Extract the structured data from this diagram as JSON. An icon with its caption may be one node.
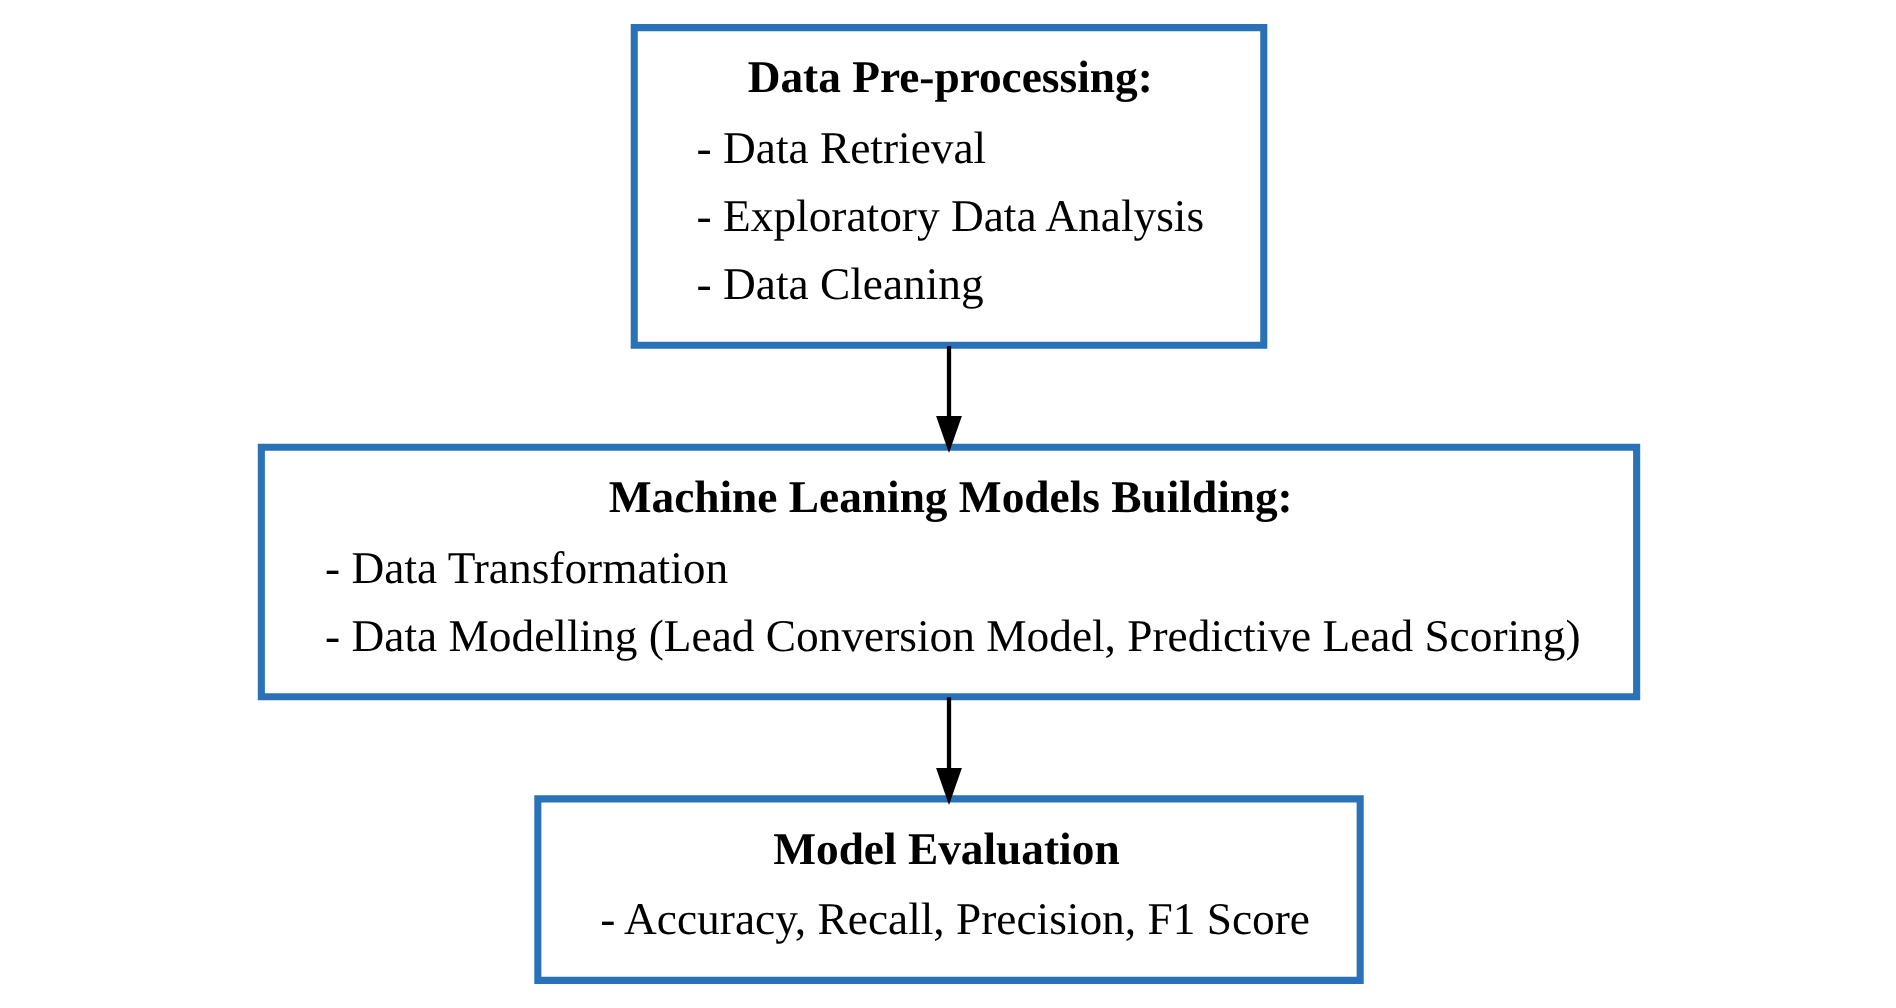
{
  "diagram": {
    "nodes": [
      {
        "text": [
          "Data Pre-processing:",
          "- Data Retrieval",
          "- Exploratory Data Analysis",
          "- Data Cleaning"
        ]
      },
      {
        "text": [
          "Machine Leaning Models Building:",
          "- Data Transformation",
          "- Data Modelling (Lead Conversion Model, Predictive Lead Scoring)"
        ]
      },
      {
        "text": [
          "Model Evaluation",
          "- Accuracy, Recall, Precision, F1 Score"
        ]
      }
    ],
    "edges": [
      {
        "from": 0,
        "to": 1,
        "arrow": "to"
      },
      {
        "from": 1,
        "to": 2,
        "arrow": "to"
      }
    ]
  }
}
